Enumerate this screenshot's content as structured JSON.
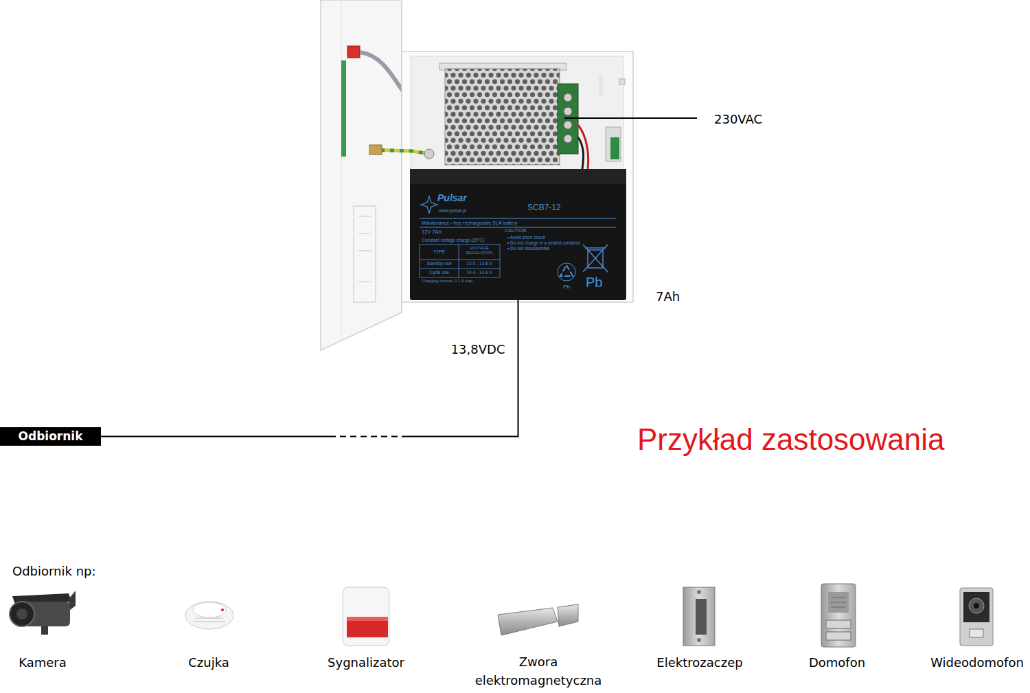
{
  "diagram": {
    "title": "Przykład zastosowania",
    "nodes": [
      {
        "text": [
          "Pulsar",
          "www.pulsar.pl",
          "SCB7-12",
          "Maintenance - free rechargeable SLA battery",
          "12V 7Ah",
          "Constant voltage charge (25°C)",
          "TYPE",
          "VOLTAGE REGULATION",
          "Standby use",
          "13.5 - 13.8 V",
          "Cycle use",
          "14.4 - 14.9 V",
          "Charging current: 2.1 A max.",
          "CAUTION",
          "• Avoid short circuit",
          "• Do not charge in a sealed container",
          "• Do not disassemble",
          "Pb",
          "Pb"
        ]
      },
      {
        "text": [
          "Odbiornik"
        ]
      }
    ],
    "edges": [
      {
        "from": 0,
        "to": 1,
        "arrow": "none",
        "label": "13,8VDC"
      }
    ],
    "labels": [
      "230VAC",
      "7Ah",
      "Odbiornik np:",
      "Kamera",
      "Czujka",
      "Sygnalizator",
      "Zwora elektromagnetyczna",
      "Elektrozaczep",
      "Domofon",
      "Wideodomofon"
    ]
  }
}
